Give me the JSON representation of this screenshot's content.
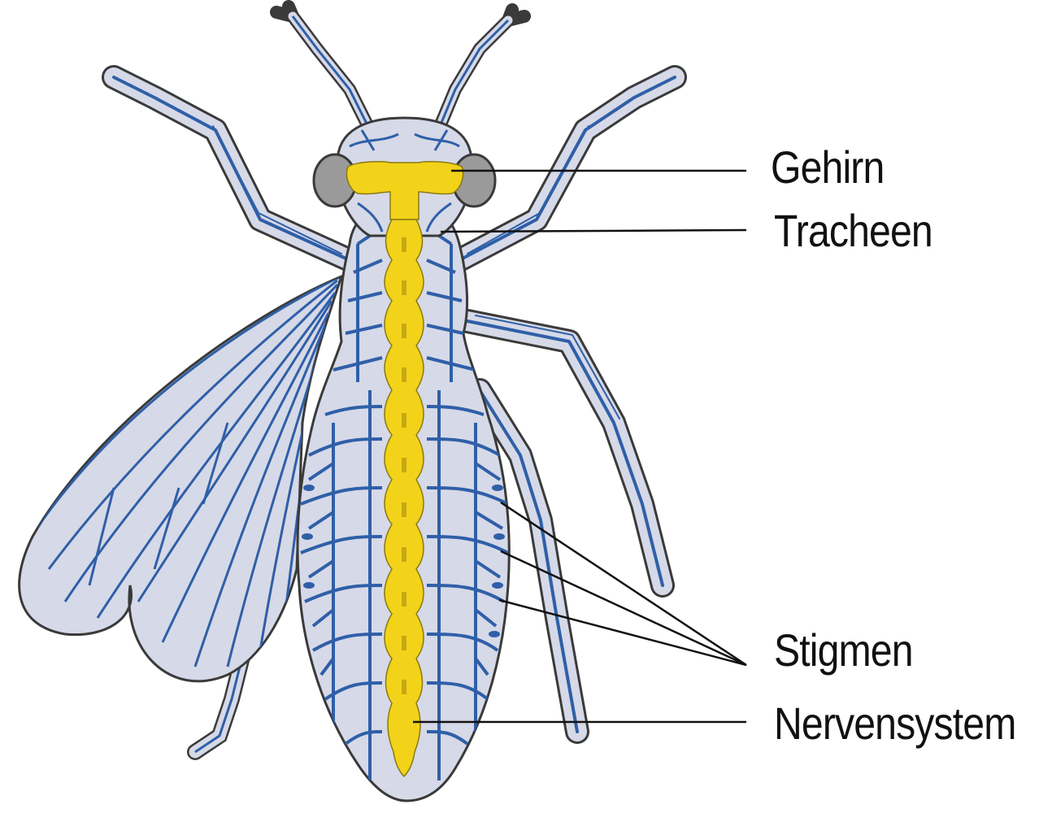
{
  "labels": {
    "brain": "Gehirn",
    "tracheae": "Tracheen",
    "spiracles": "Stigmen",
    "nervous_system": "Nervensystem"
  },
  "colors": {
    "tracheae": "#2f5fa8",
    "body_fill": "#d6d9e7",
    "nerve": "#f2d31a",
    "eye": "#9a9a9a",
    "outline": "#3a3a3a",
    "leader_line": "#111111"
  }
}
